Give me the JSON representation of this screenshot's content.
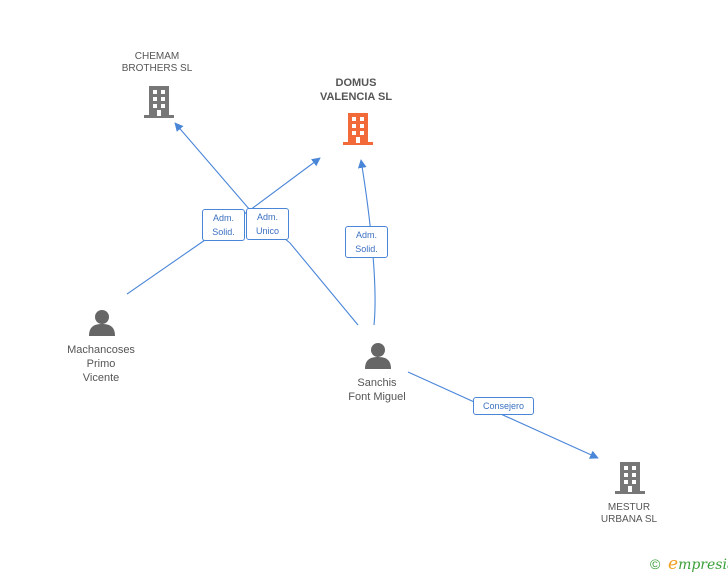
{
  "nodes": {
    "domus": {
      "type": "company",
      "highlight": true,
      "lines": [
        "DOMUS",
        "VALENCIA SL"
      ]
    },
    "chemam": {
      "type": "company",
      "highlight": false,
      "lines": [
        "CHEMAM",
        "BROTHERS SL"
      ]
    },
    "mestur": {
      "type": "company",
      "highlight": false,
      "lines": [
        "MESTUR",
        "URBANA SL"
      ]
    },
    "machancoses": {
      "type": "person",
      "lines": [
        "Machancoses",
        "Primo",
        "Vicente"
      ]
    },
    "sanchis": {
      "type": "person",
      "lines": [
        "Sanchis",
        "Font Miguel"
      ]
    }
  },
  "edges": {
    "mach_chemam": {
      "lines": [
        "Adm.",
        "Solid."
      ]
    },
    "sanchis_domus_unico": {
      "lines": [
        "Adm.",
        "Unico"
      ]
    },
    "sanchis_domus_solid": {
      "lines": [
        "Adm.",
        "Solid."
      ]
    },
    "sanchis_mestur": {
      "lines": [
        "Consejero"
      ]
    }
  },
  "colors": {
    "edge": "#4a86d8",
    "company": "#777777",
    "company_highlight": "#f26a3a",
    "person": "#666666",
    "brand": "#3aa03a"
  },
  "footer": {
    "copyright_symbol": "©",
    "brand_initial": "e",
    "brand_rest": "mpresia"
  }
}
